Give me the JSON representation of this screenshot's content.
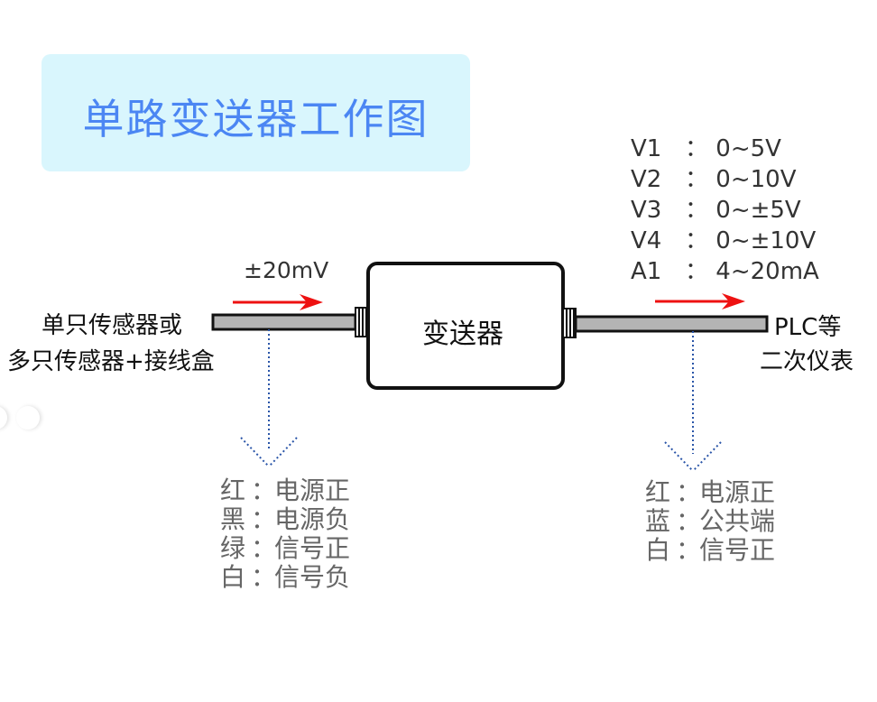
{
  "title": "单路变送器工作图",
  "colors": {
    "title_bg": "#d9f6fd",
    "title_text": "#4b86f3",
    "arrow": "#ee1111",
    "cable_fill": "#b4b4b4",
    "dotted_arrow": "#2a55a8"
  },
  "input": {
    "signal": "±20mV",
    "source_line1": "单只传感器或",
    "source_line2": "多只传感器+接线盒",
    "wires": [
      {
        "color": "红",
        "sep": "：",
        "meaning": "电源正"
      },
      {
        "color": "黑",
        "sep": "：",
        "meaning": "电源负"
      },
      {
        "color": "绿",
        "sep": "：",
        "meaning": "信号正"
      },
      {
        "color": "白",
        "sep": "：",
        "meaning": "信号负"
      }
    ]
  },
  "device": {
    "label": "变送器"
  },
  "output": {
    "specs": [
      {
        "key": "V1",
        "sep": "：",
        "range": "0~5V"
      },
      {
        "key": "V2",
        "sep": "：",
        "range": "0~10V"
      },
      {
        "key": "V3",
        "sep": "：",
        "range": "0~±5V"
      },
      {
        "key": "V4",
        "sep": "：",
        "range": "0~±10V"
      },
      {
        "key": "A1",
        "sep": "：",
        "range": "4~20mA"
      }
    ],
    "dest_line1": "PLC等",
    "dest_line2": "二次仪表",
    "wires": [
      {
        "color": "红",
        "sep": "：",
        "meaning": "电源正"
      },
      {
        "color": "蓝",
        "sep": "：",
        "meaning": "公共端"
      },
      {
        "color": "白",
        "sep": "：",
        "meaning": "信号正"
      }
    ]
  }
}
